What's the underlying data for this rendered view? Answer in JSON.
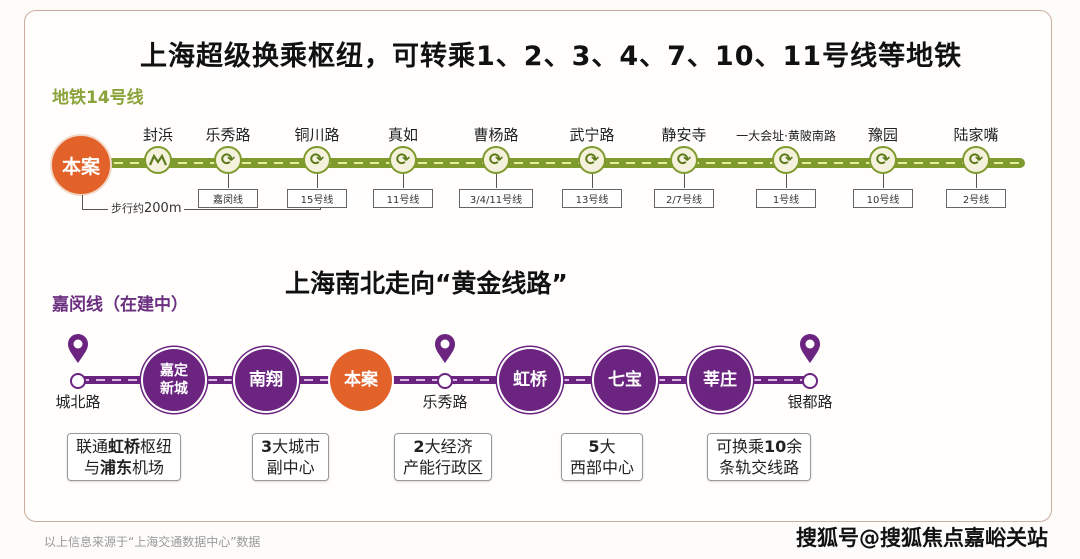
{
  "header": {
    "title": "上海超级换乘枢纽，可转乘1、2、3、4、7、10、11号线等地铁"
  },
  "metro14": {
    "label": "地铁14号线",
    "color": "#7f9b2d",
    "origin": "本案",
    "walk_prefix": "步行约",
    "walk_distance": "200m",
    "stations": [
      {
        "name": "封浜",
        "icon": "shanghai-metro-logo-icon",
        "transfer": ""
      },
      {
        "name": "乐秀路",
        "icon": "transfer-icon",
        "transfer": "嘉闵线"
      },
      {
        "name": "铜川路",
        "icon": "transfer-icon",
        "transfer": "15号线"
      },
      {
        "name": "真如",
        "icon": "transfer-icon",
        "transfer": "11号线"
      },
      {
        "name": "曹杨路",
        "icon": "transfer-icon",
        "transfer": "3/4/11号线"
      },
      {
        "name": "武宁路",
        "icon": "transfer-icon",
        "transfer": "13号线"
      },
      {
        "name": "静安寺",
        "icon": "transfer-icon",
        "transfer": "2/7号线"
      },
      {
        "name": "一大会址·黄陂南路",
        "icon": "transfer-icon",
        "transfer": "1号线"
      },
      {
        "name": "豫园",
        "icon": "transfer-icon",
        "transfer": "10号线"
      },
      {
        "name": "陆家嘴",
        "icon": "transfer-icon",
        "transfer": "2号线"
      }
    ]
  },
  "section2": {
    "title": "上海南北走向“黄金线路”"
  },
  "jiamin": {
    "label": "嘉闵线（在建中）",
    "color": "#6b2581",
    "pins": [
      {
        "name": "城北路"
      },
      {
        "name": "乐秀路"
      },
      {
        "name": "银都路"
      }
    ],
    "circles": [
      {
        "name": "嘉定\n新城",
        "line1": "嘉定",
        "line2": "新城"
      },
      {
        "name": "南翔"
      },
      {
        "name": "本案"
      },
      {
        "name": "虹桥"
      },
      {
        "name": "七宝"
      },
      {
        "name": "莘庄"
      }
    ],
    "info": [
      {
        "line1_a": "联通",
        "line1_b": "虹桥",
        "line1_c": "枢纽",
        "line2_a": "与",
        "line2_b": "浦东",
        "line2_c": "机场"
      },
      {
        "line1_a": "3",
        "line1_b": "大城市",
        "line2": "副中心"
      },
      {
        "line1_a": "2",
        "line1_b": "大经济",
        "line2": "产能行政区"
      },
      {
        "line1_a": "5",
        "line1_b": "大",
        "line2": "西部中心"
      },
      {
        "line1_a": "可换乘",
        "line1_b": "10",
        "line1_c": "余",
        "line2": "条轨交线路"
      }
    ]
  },
  "footer": {
    "source": "以上信息来源于“上海交通数据中心”数据",
    "watermark": "搜狐号@搜狐焦点嘉峪关站"
  }
}
